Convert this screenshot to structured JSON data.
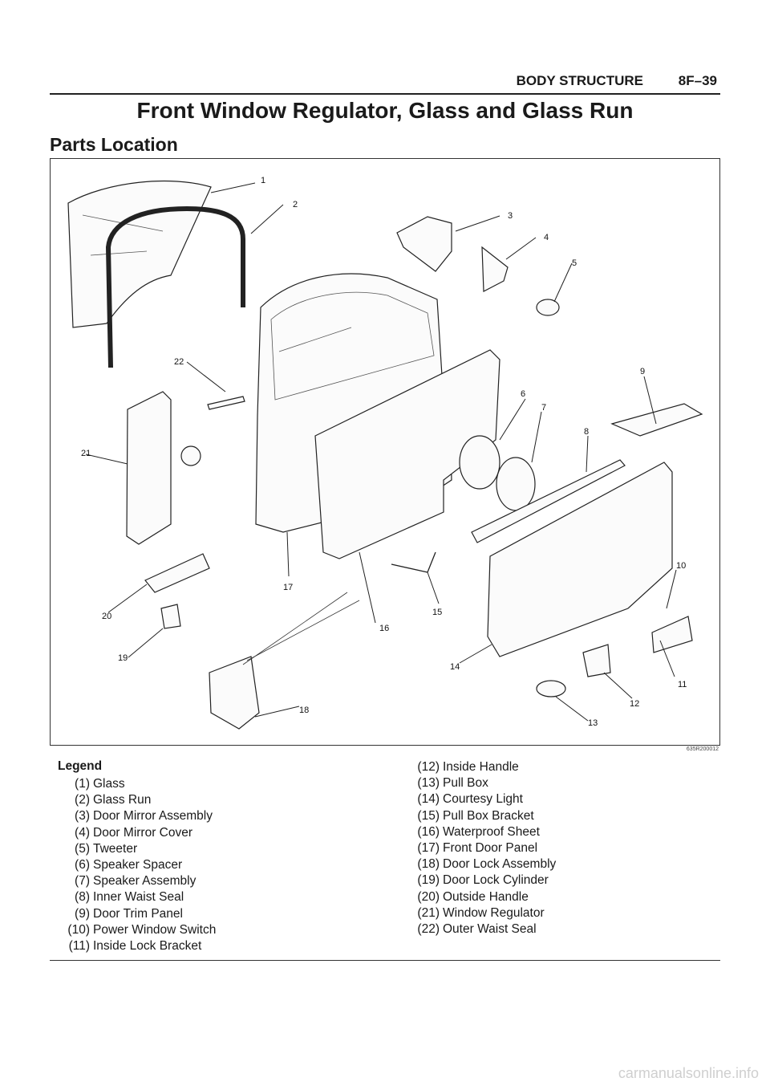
{
  "header": {
    "section": "BODY STRUCTURE",
    "page": "8F–39"
  },
  "title": "Front Window Regulator, Glass and Glass Run",
  "subtitle": "Parts Location",
  "figure": {
    "figure_id": "635R200012",
    "callouts": [
      "1",
      "2",
      "3",
      "4",
      "5",
      "6",
      "7",
      "8",
      "9",
      "10",
      "11",
      "12",
      "13",
      "14",
      "15",
      "16",
      "17",
      "18",
      "19",
      "20",
      "21",
      "22"
    ]
  },
  "legend": {
    "title": "Legend",
    "left": [
      {
        "num": "(1)",
        "label": "Glass"
      },
      {
        "num": "(2)",
        "label": "Glass Run"
      },
      {
        "num": "(3)",
        "label": "Door Mirror Assembly"
      },
      {
        "num": "(4)",
        "label": "Door Mirror Cover"
      },
      {
        "num": "(5)",
        "label": "Tweeter"
      },
      {
        "num": "(6)",
        "label": "Speaker Spacer"
      },
      {
        "num": "(7)",
        "label": "Speaker Assembly"
      },
      {
        "num": "(8)",
        "label": "Inner Waist Seal"
      },
      {
        "num": "(9)",
        "label": "Door Trim Panel"
      },
      {
        "num": "(10)",
        "label": "Power Window Switch"
      },
      {
        "num": "(11)",
        "label": "Inside Lock Bracket"
      }
    ],
    "right": [
      {
        "num": "(12)",
        "label": "Inside Handle"
      },
      {
        "num": "(13)",
        "label": "Pull Box"
      },
      {
        "num": "(14)",
        "label": "Courtesy Light"
      },
      {
        "num": "(15)",
        "label": "Pull Box Bracket"
      },
      {
        "num": "(16)",
        "label": "Waterproof Sheet"
      },
      {
        "num": "(17)",
        "label": "Front Door Panel"
      },
      {
        "num": "(18)",
        "label": "Door Lock Assembly"
      },
      {
        "num": "(19)",
        "label": "Door Lock Cylinder"
      },
      {
        "num": "(20)",
        "label": "Outside Handle"
      },
      {
        "num": "(21)",
        "label": "Window Regulator"
      },
      {
        "num": "(22)",
        "label": "Outer Waist Seal"
      }
    ]
  },
  "watermark": "carmanualsonline.info"
}
